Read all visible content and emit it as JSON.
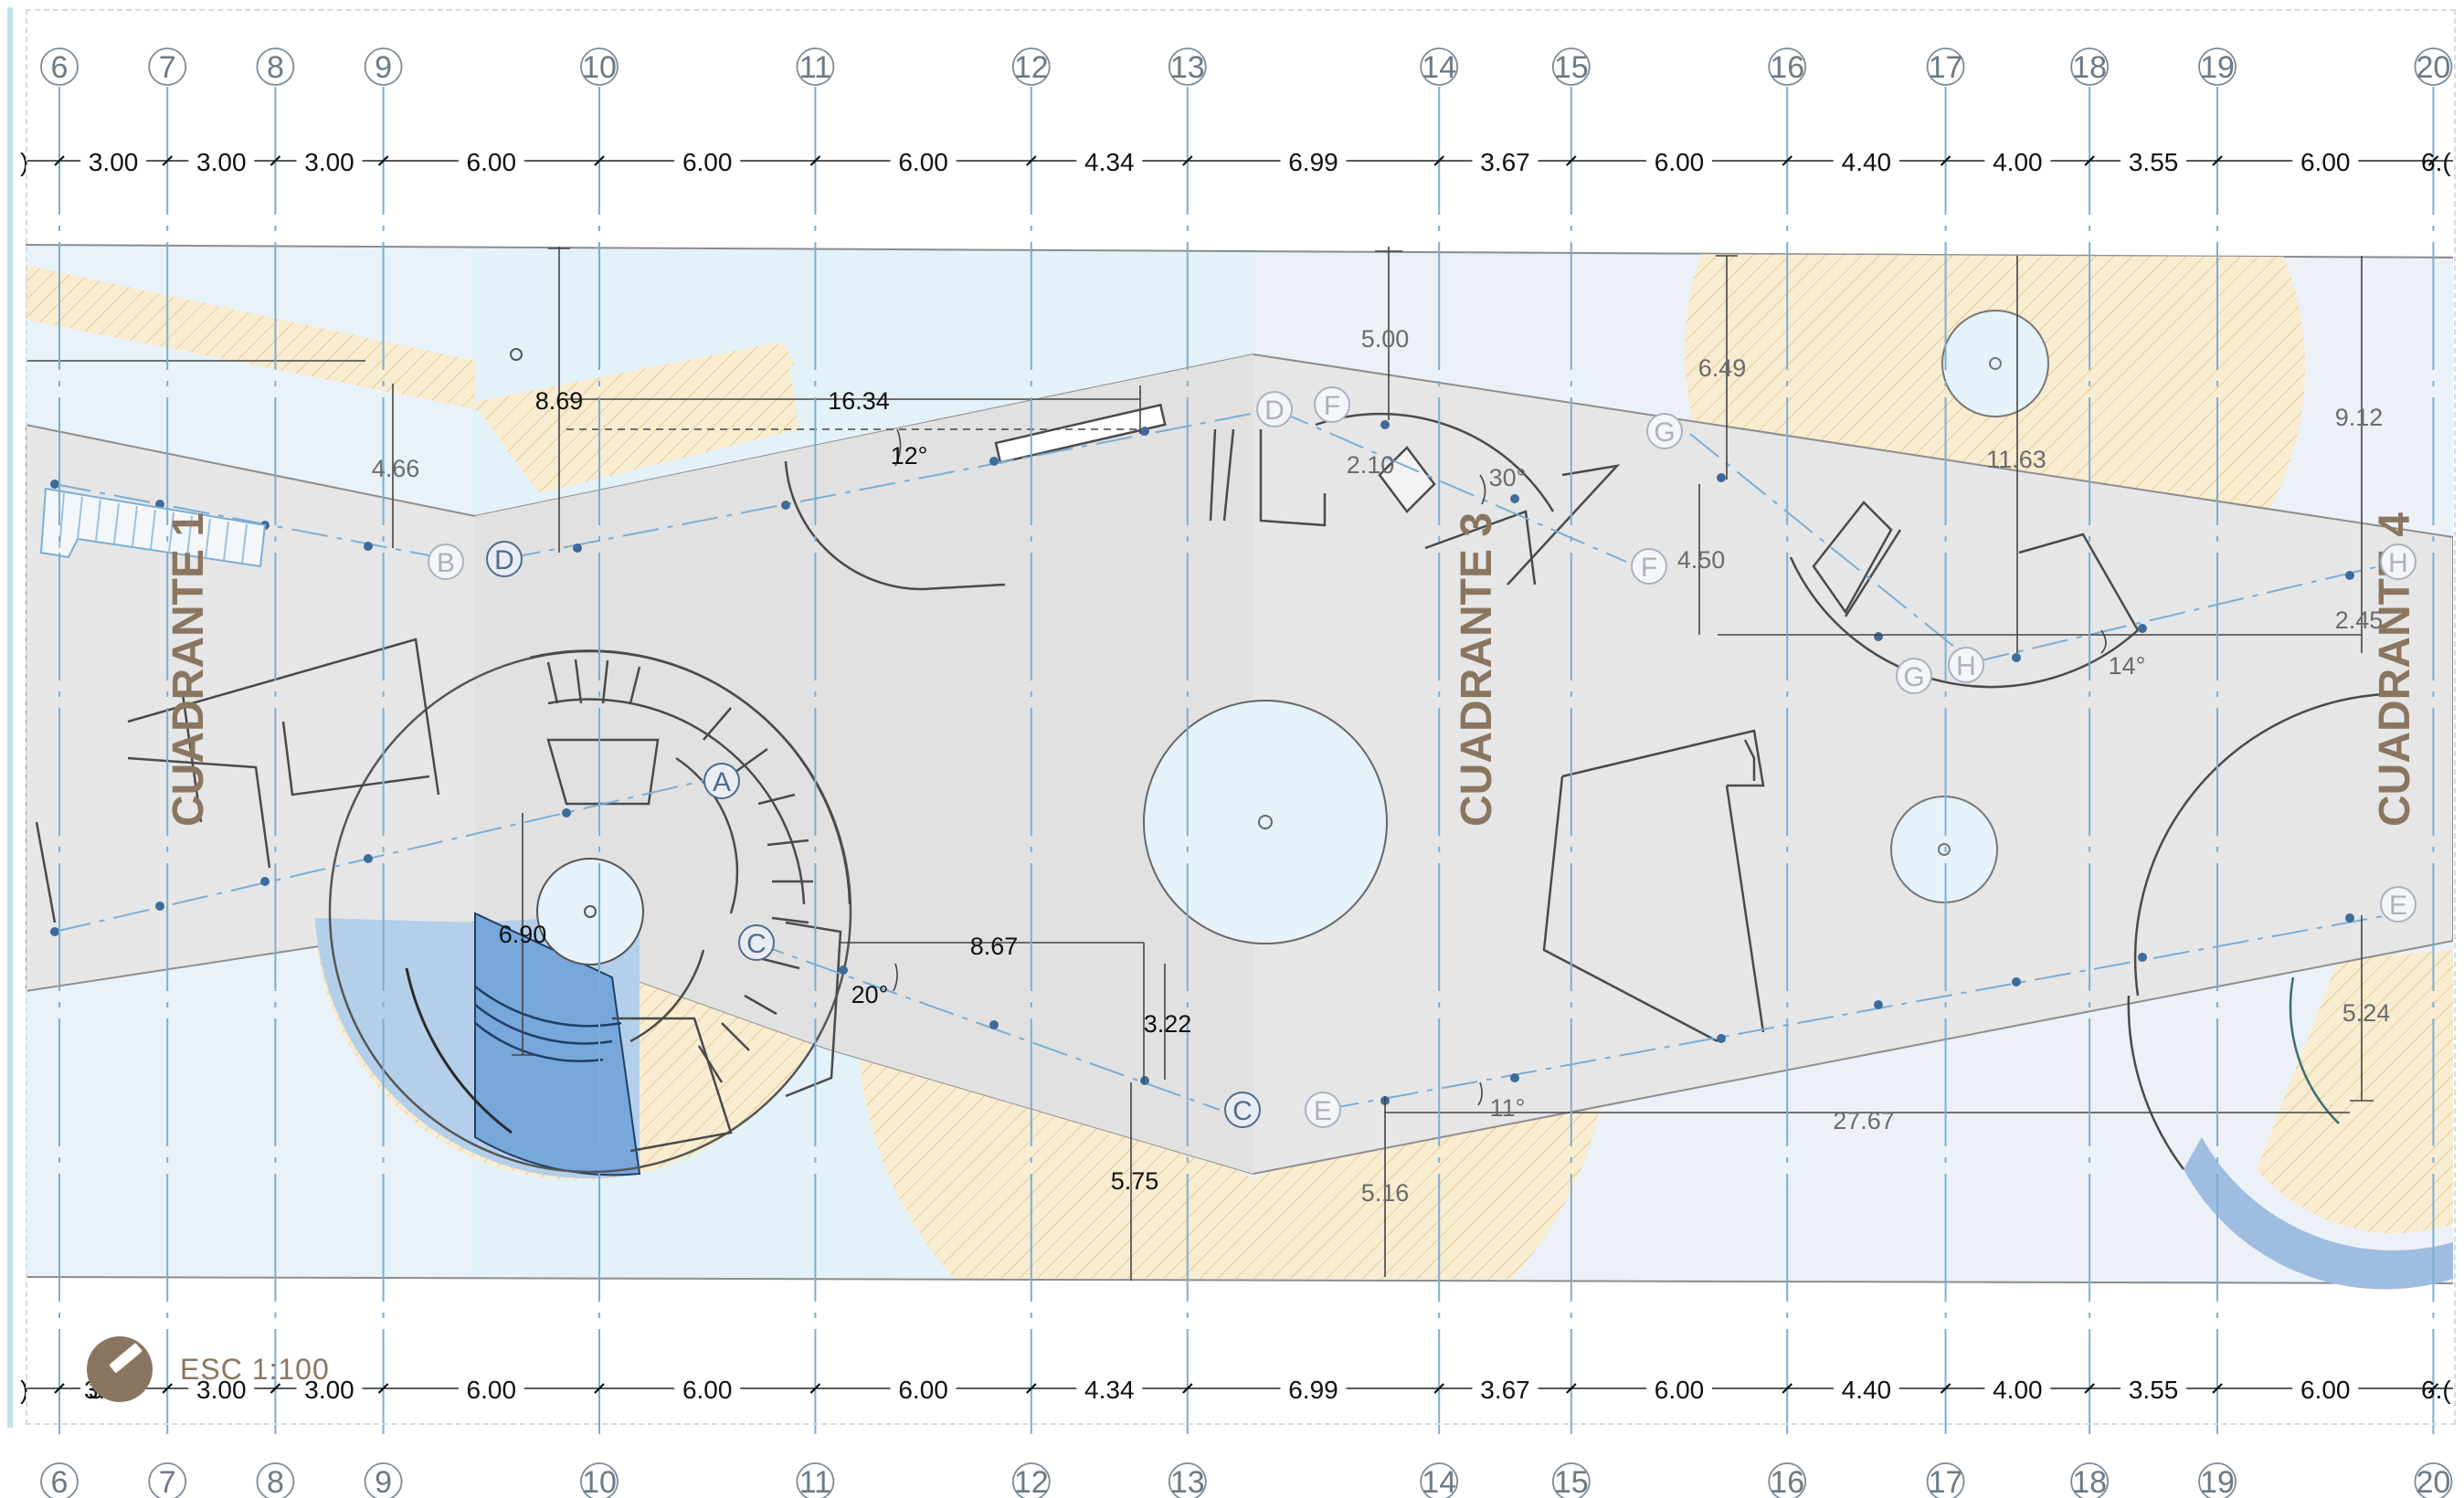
{
  "grid": {
    "axes": [
      {
        "label": "6",
        "m": 0
      },
      {
        "label": "7",
        "m": 3
      },
      {
        "label": "8",
        "m": 6
      },
      {
        "label": "9",
        "m": 9
      },
      {
        "label": "10",
        "m": 15
      },
      {
        "label": "11",
        "m": 21
      },
      {
        "label": "12",
        "m": 27
      },
      {
        "label": "13",
        "m": 31.34
      },
      {
        "label": "14",
        "m": 38.33
      },
      {
        "label": "15",
        "m": 42
      },
      {
        "label": "16",
        "m": 48
      },
      {
        "label": "17",
        "m": 52.4
      },
      {
        "label": "18",
        "m": 56.4
      },
      {
        "label": "19",
        "m": 59.95
      },
      {
        "label": "20",
        "m": 65.95
      }
    ],
    "spacings": [
      "3.00",
      "3.00",
      "3.00",
      "6.00",
      "6.00",
      "6.00",
      "4.34",
      "6.99",
      "3.67",
      "6.00",
      "4.40",
      "4.00",
      "3.55",
      "6.00"
    ],
    "left_partial_label": ")",
    "right_partial_label": "6.(",
    "bottom_overlap_label": "3."
  },
  "quadrants": [
    "CUADRANTE 1",
    "CUADRANTE 3",
    "CUADRANTE 4"
  ],
  "measurements": [
    {
      "id": "d869",
      "text": "8.69",
      "tone": "dark"
    },
    {
      "id": "d1634",
      "text": "16.34",
      "tone": "dark"
    },
    {
      "id": "a12",
      "text": "12°",
      "tone": "dark"
    },
    {
      "id": "d466",
      "text": "4.66",
      "tone": "grey"
    },
    {
      "id": "d500",
      "text": "5.00",
      "tone": "grey"
    },
    {
      "id": "d210",
      "text": "2.10",
      "tone": "grey"
    },
    {
      "id": "a30",
      "text": "30°",
      "tone": "grey"
    },
    {
      "id": "d649",
      "text": "6.49",
      "tone": "grey"
    },
    {
      "id": "d1163",
      "text": "11.63",
      "tone": "grey"
    },
    {
      "id": "d912",
      "text": "9.12",
      "tone": "grey"
    },
    {
      "id": "d450",
      "text": "4.50",
      "tone": "grey"
    },
    {
      "id": "d245",
      "text": "2.45",
      "tone": "grey"
    },
    {
      "id": "a14",
      "text": "14°",
      "tone": "grey"
    },
    {
      "id": "d690",
      "text": "6.90",
      "tone": "dark"
    },
    {
      "id": "d867",
      "text": "8.67",
      "tone": "dark"
    },
    {
      "id": "a20",
      "text": "20°",
      "tone": "dark"
    },
    {
      "id": "d322",
      "text": "3.22",
      "tone": "dark"
    },
    {
      "id": "d575",
      "text": "5.75",
      "tone": "dark"
    },
    {
      "id": "d516",
      "text": "5.16",
      "tone": "grey"
    },
    {
      "id": "a11",
      "text": "11°",
      "tone": "grey"
    },
    {
      "id": "d2767",
      "text": "27.67",
      "tone": "grey"
    },
    {
      "id": "d524",
      "text": "5.24",
      "tone": "grey"
    }
  ],
  "references": [
    {
      "id": "B",
      "label": "B",
      "style": "light"
    },
    {
      "id": "D1",
      "label": "D",
      "style": "dark"
    },
    {
      "id": "D2",
      "label": "D",
      "style": "light"
    },
    {
      "id": "F1",
      "label": "F",
      "style": "light"
    },
    {
      "id": "G1",
      "label": "G",
      "style": "light"
    },
    {
      "id": "F2",
      "label": "F",
      "style": "light"
    },
    {
      "id": "H1",
      "label": "H",
      "style": "light"
    },
    {
      "id": "G2",
      "label": "G",
      "style": "light"
    },
    {
      "id": "H2",
      "label": "H",
      "style": "light"
    },
    {
      "id": "A",
      "label": "A",
      "style": "dark"
    },
    {
      "id": "C1",
      "label": "C",
      "style": "dark"
    },
    {
      "id": "C2",
      "label": "C",
      "style": "dark"
    },
    {
      "id": "E1",
      "label": "E",
      "style": "light"
    },
    {
      "id": "E2",
      "label": "E",
      "style": "light"
    }
  ],
  "scale": {
    "label": "ESC 1:100"
  },
  "colors": {
    "band": "#e7e7e7",
    "sky": "#e3f1f9",
    "sand": "#f8ecd1",
    "hatch": "#e7d2a5",
    "water": "#b4cfea",
    "water_deep": "#78a7dc",
    "grid": "#7aaed4",
    "ink": "#3a3a3a",
    "soft_ink": "#6b6b6b",
    "dot": "#3d6b9b"
  }
}
